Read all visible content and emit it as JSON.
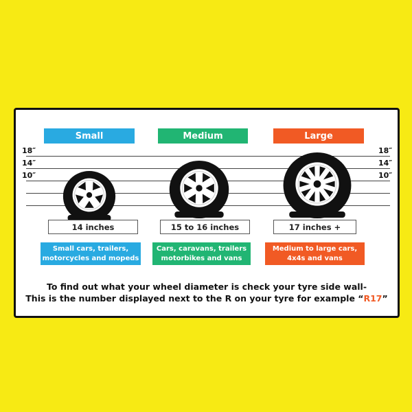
{
  "colors": {
    "background": "#f7ea14",
    "small": "#29aae1",
    "medium": "#21b573",
    "large": "#f15a24"
  },
  "scale_ticks": [
    "18″",
    "14″",
    "10″"
  ],
  "categories": [
    {
      "label": "Small",
      "size": "14 inches",
      "description": "Small cars, trailers,\nmotorcycles and mopeds"
    },
    {
      "label": "Medium",
      "size": "15 to 16 inches",
      "description": "Cars, caravans, trailers\nmotorbikes and vans"
    },
    {
      "label": "Large",
      "size": "17 inches +",
      "description": "Medium to large cars,\n4x4s and vans"
    }
  ],
  "footer": {
    "line1": "To find out what your wheel diameter is check your tyre side wall-",
    "line2": "This is the number displayed next to the R on your tyre for example “",
    "example": "R17",
    "close_quote": "”"
  }
}
